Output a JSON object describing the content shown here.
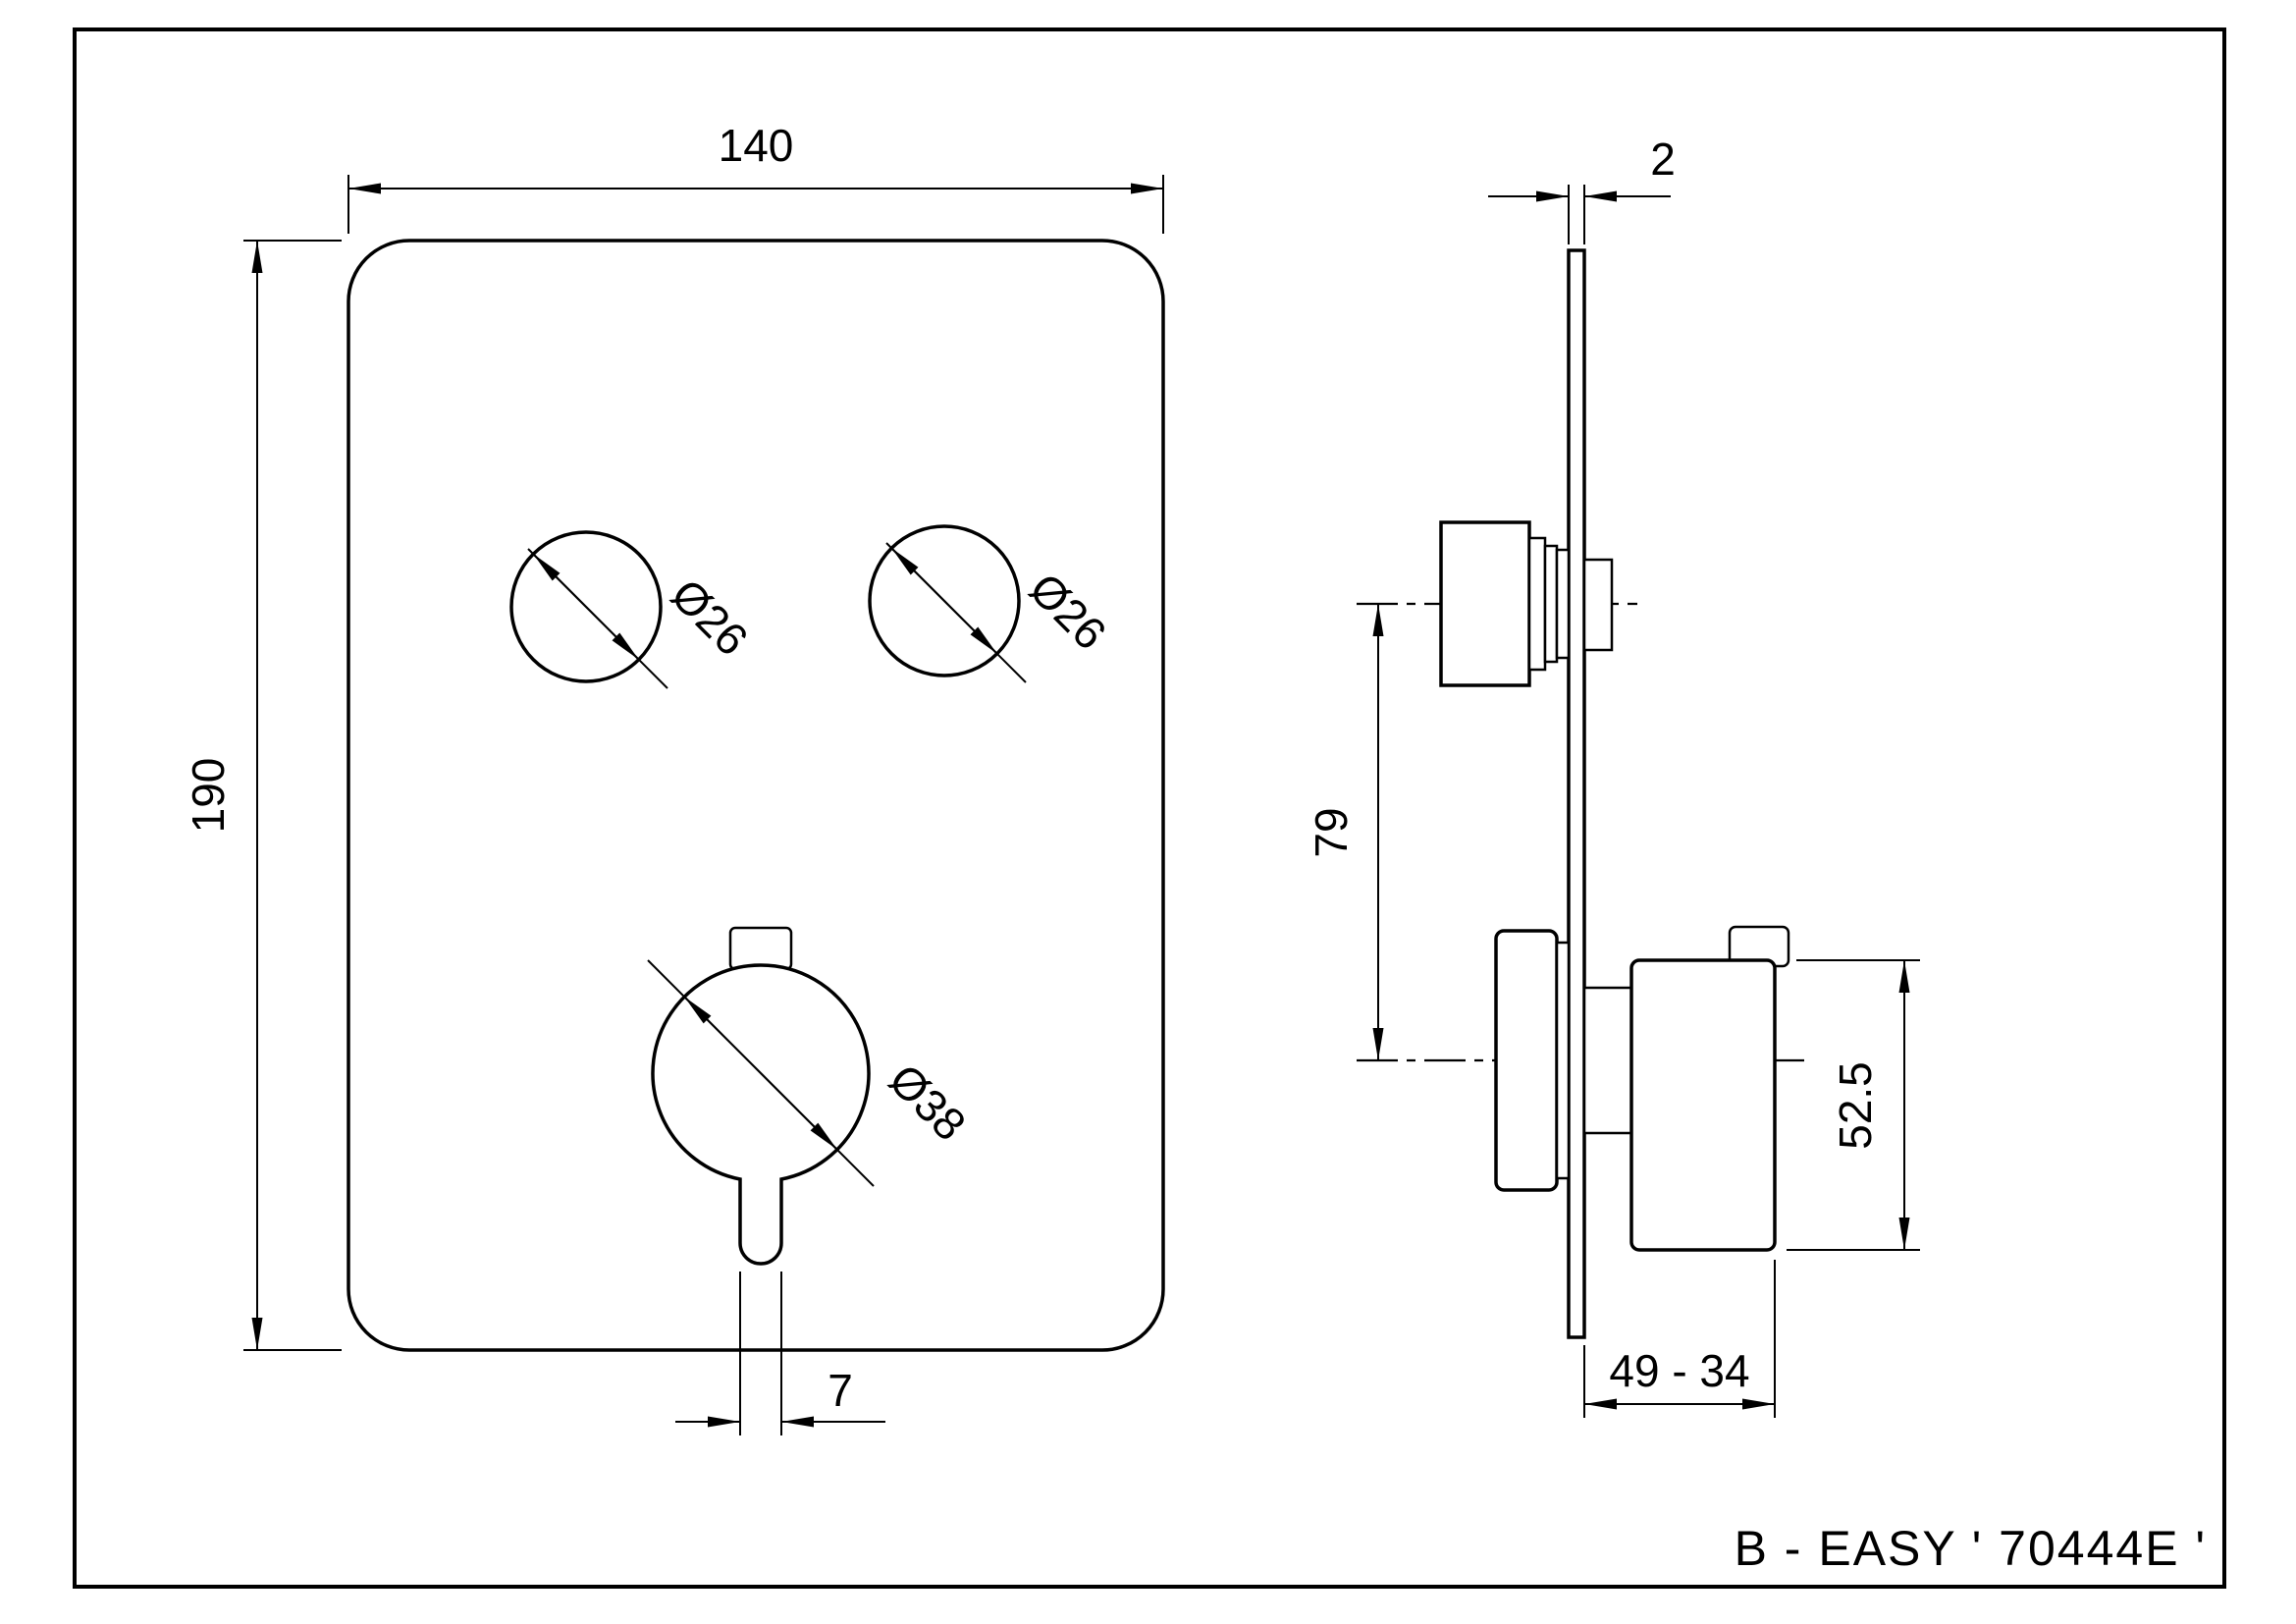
{
  "drawing": {
    "title": "B - EASY ' 70444E '",
    "front_view": {
      "width_dim": "140",
      "height_dim": "190",
      "knob_left_dia": "Ø26",
      "knob_right_dia": "Ø26",
      "handle_dia": "Ø38",
      "lever_width_dim": "7"
    },
    "side_view": {
      "plate_thickness_dim": "2",
      "center_distance_dim": "79",
      "handle_height_dim": "52.5",
      "depth_range_dim": "49 - 34"
    },
    "colors": {
      "line": "#000000",
      "background": "#ffffff"
    }
  }
}
